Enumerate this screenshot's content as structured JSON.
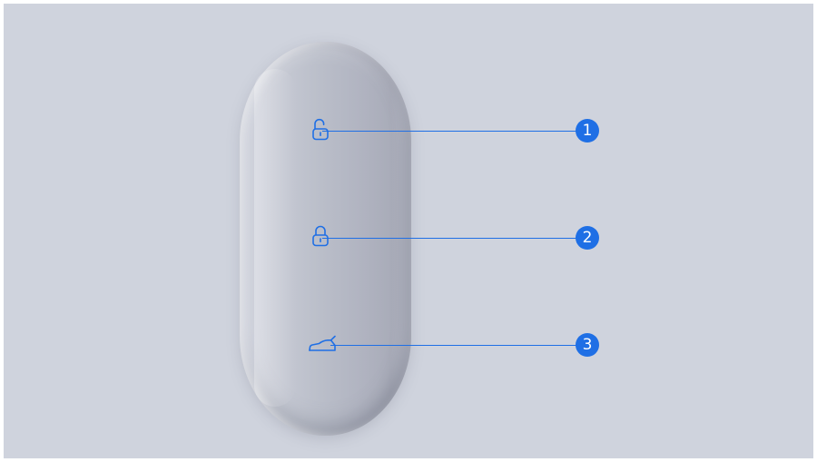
{
  "colors": {
    "background": "#cfd3dd",
    "accent": "#1f6fe5",
    "fob_body": "#b9bcc8"
  },
  "buttons": [
    {
      "name": "unlock",
      "icon": "unlock-icon",
      "number": "1"
    },
    {
      "name": "lock",
      "icon": "lock-icon",
      "number": "2"
    },
    {
      "name": "trunk",
      "icon": "trunk-icon",
      "number": "3"
    }
  ]
}
